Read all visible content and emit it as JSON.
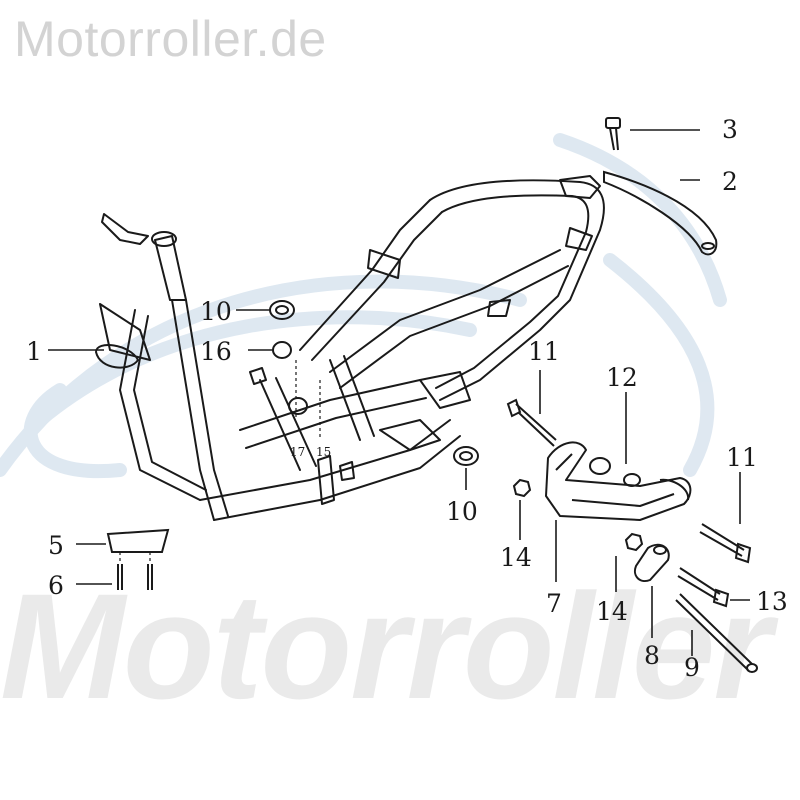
{
  "watermark": {
    "header_text": "Motorroller.de",
    "large_text": "Motorroller"
  },
  "callouts": {
    "c1": "1",
    "c2": "2",
    "c3": "3",
    "c5": "5",
    "c6": "6",
    "c7": "7",
    "c8": "8",
    "c9": "9",
    "c10a": "10",
    "c10b": "10",
    "c11a": "11",
    "c11b": "11",
    "c12": "12",
    "c13": "13",
    "c14a": "14",
    "c14b": "14",
    "c16": "16",
    "c17": "17",
    "c15": "15"
  },
  "colors": {
    "line": "#1a1a1a",
    "watermark_swoosh": "#dbe6f0",
    "watermark_text": "#d3d3d3"
  }
}
